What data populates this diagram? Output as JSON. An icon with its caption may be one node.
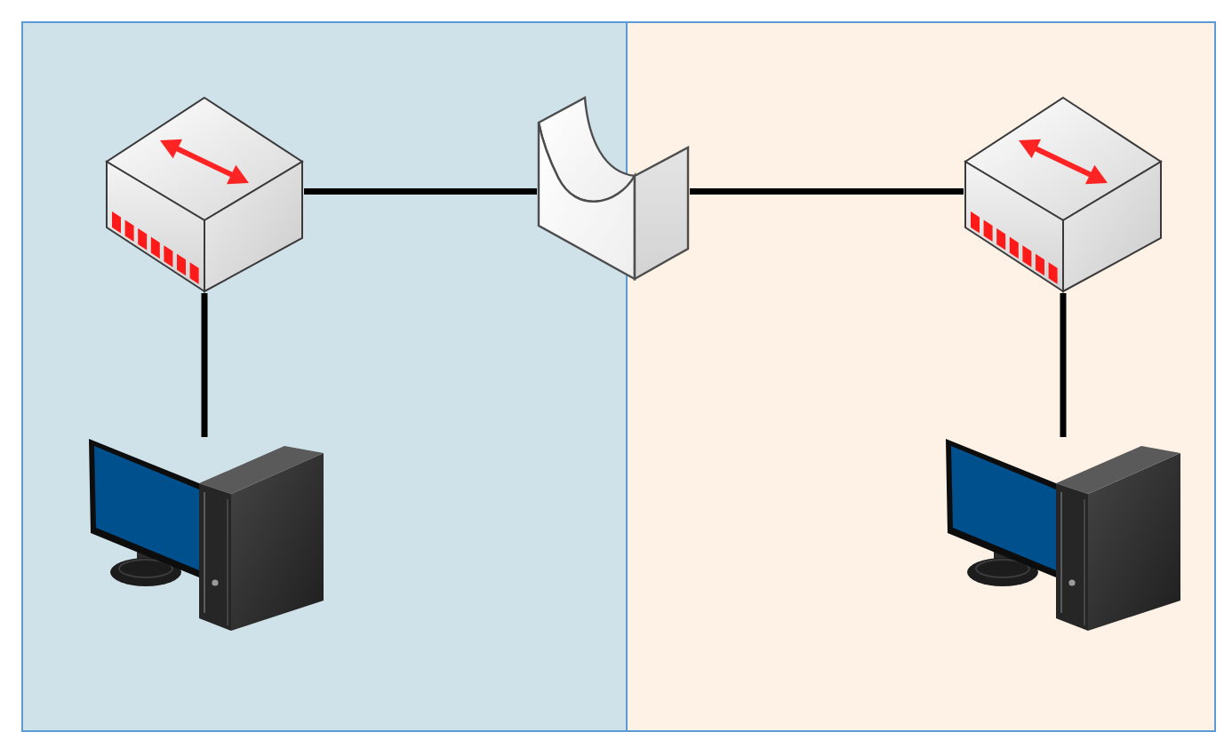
{
  "diagram": {
    "nodes": [
      {
        "text": [],
        "shape": "box"
      },
      {
        "text": [],
        "shape": "box"
      },
      {
        "text": [],
        "shape": "picture",
        "in": 0
      },
      {
        "text": [],
        "shape": "picture"
      },
      {
        "text": [],
        "shape": "picture",
        "in": 1
      },
      {
        "text": [],
        "shape": "picture",
        "in": 0
      },
      {
        "text": [],
        "shape": "picture",
        "in": 1
      }
    ],
    "edges": [
      {
        "from": 2,
        "to": 3,
        "arrow": "none"
      },
      {
        "from": 3,
        "to": 4,
        "arrow": "none"
      },
      {
        "from": 2,
        "to": 5,
        "arrow": "none"
      },
      {
        "from": 4,
        "to": 6,
        "arrow": "none"
      }
    ]
  }
}
